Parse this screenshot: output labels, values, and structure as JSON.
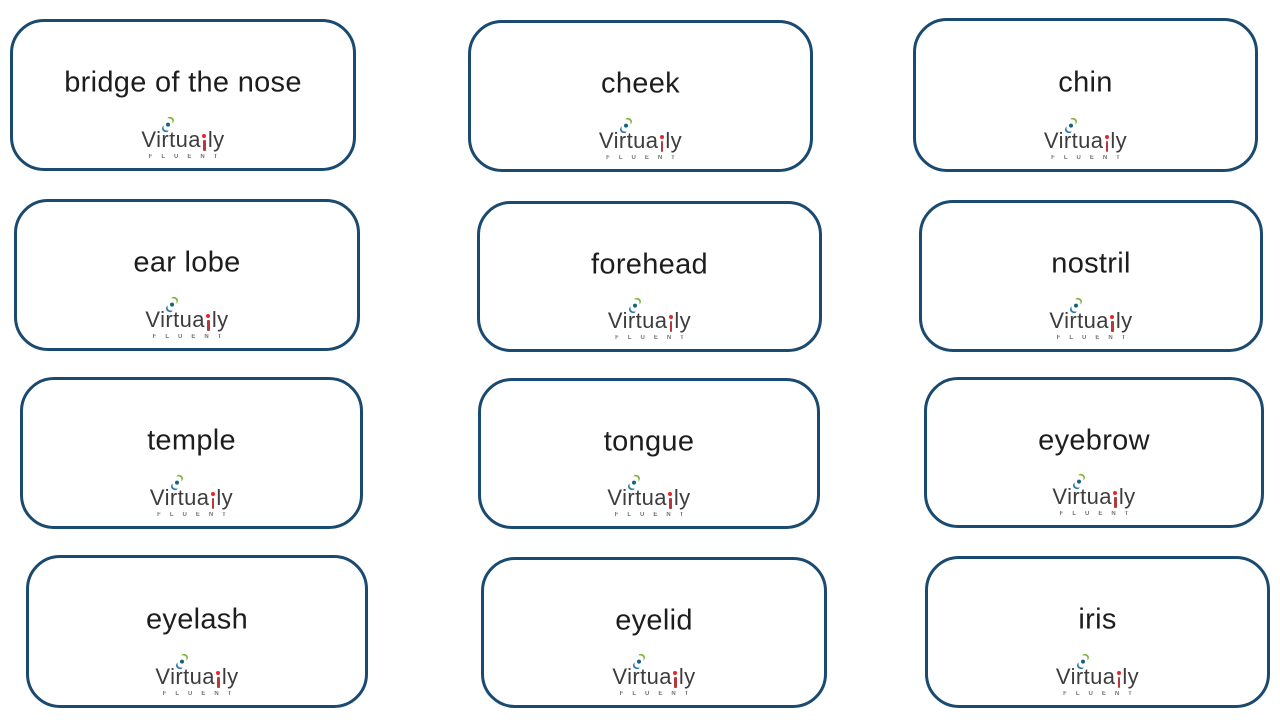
{
  "page": {
    "type": "vocabulary-flashcards-sheet",
    "topic": "parts of the face",
    "background_color": "#ffffff",
    "card_border_color": "#1a4a70",
    "word_text_color": "#1d1d1d"
  },
  "cards": [
    {
      "label": "bridge of the nose"
    },
    {
      "label": "cheek"
    },
    {
      "label": "chin"
    },
    {
      "label": "ear lobe"
    },
    {
      "label": "forehead"
    },
    {
      "label": "nostril"
    },
    {
      "label": "temple"
    },
    {
      "label": "tongue"
    },
    {
      "label": "eyebrow"
    },
    {
      "label": "eyelash"
    },
    {
      "label": "eyelid"
    },
    {
      "label": "iris"
    }
  ],
  "logo": {
    "brand_word": "Virtually",
    "word_prefix": "Virtua",
    "word_suffix": "ly",
    "tagline": "FLUENT",
    "colors": {
      "wordmark_text": "#3d3d3d",
      "pencil_red": "#e8252a",
      "swirl_green": "#7fb43c",
      "swirl_blue": "#2b77ae",
      "swirl_teal": "#13637e"
    }
  }
}
